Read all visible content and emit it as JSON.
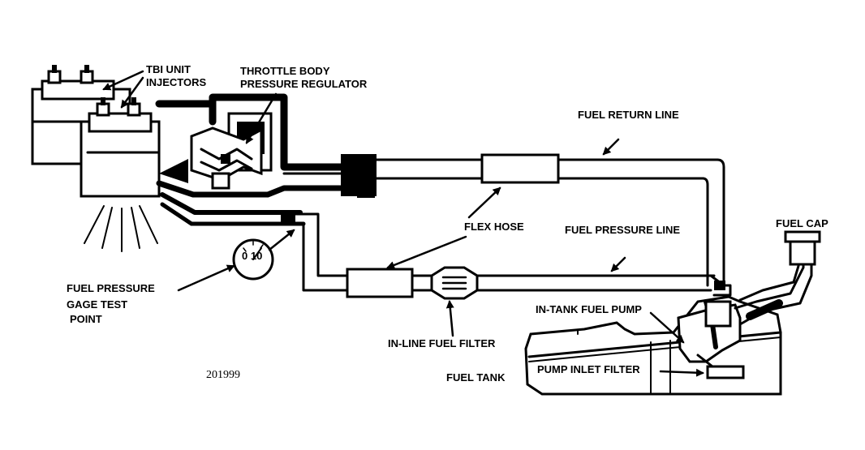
{
  "labels": {
    "tbi_unit_injectors_line1": "TBI UNIT",
    "tbi_unit_injectors_line2": "INJECTORS",
    "throttle_body_line1": "THROTTLE BODY",
    "throttle_body_line2": "PRESSURE REGULATOR",
    "fuel_return_line": "FUEL RETURN LINE",
    "flex_hose": "FLEX HOSE",
    "fuel_pressure_line": "FUEL PRESSURE LINE",
    "fuel_cap": "FUEL CAP",
    "gage_line1": "FUEL PRESSURE",
    "gage_line2": "GAGE TEST",
    "gage_line3": "POINT",
    "in_tank_fuel_pump": "IN-TANK  FUEL PUMP",
    "in_line_fuel_filter": "IN-LINE FUEL FILTER",
    "pump_inlet_filter": "PUMP INLET FILTER",
    "fuel_tank": "FUEL TANK",
    "figure_number": "201999"
  }
}
